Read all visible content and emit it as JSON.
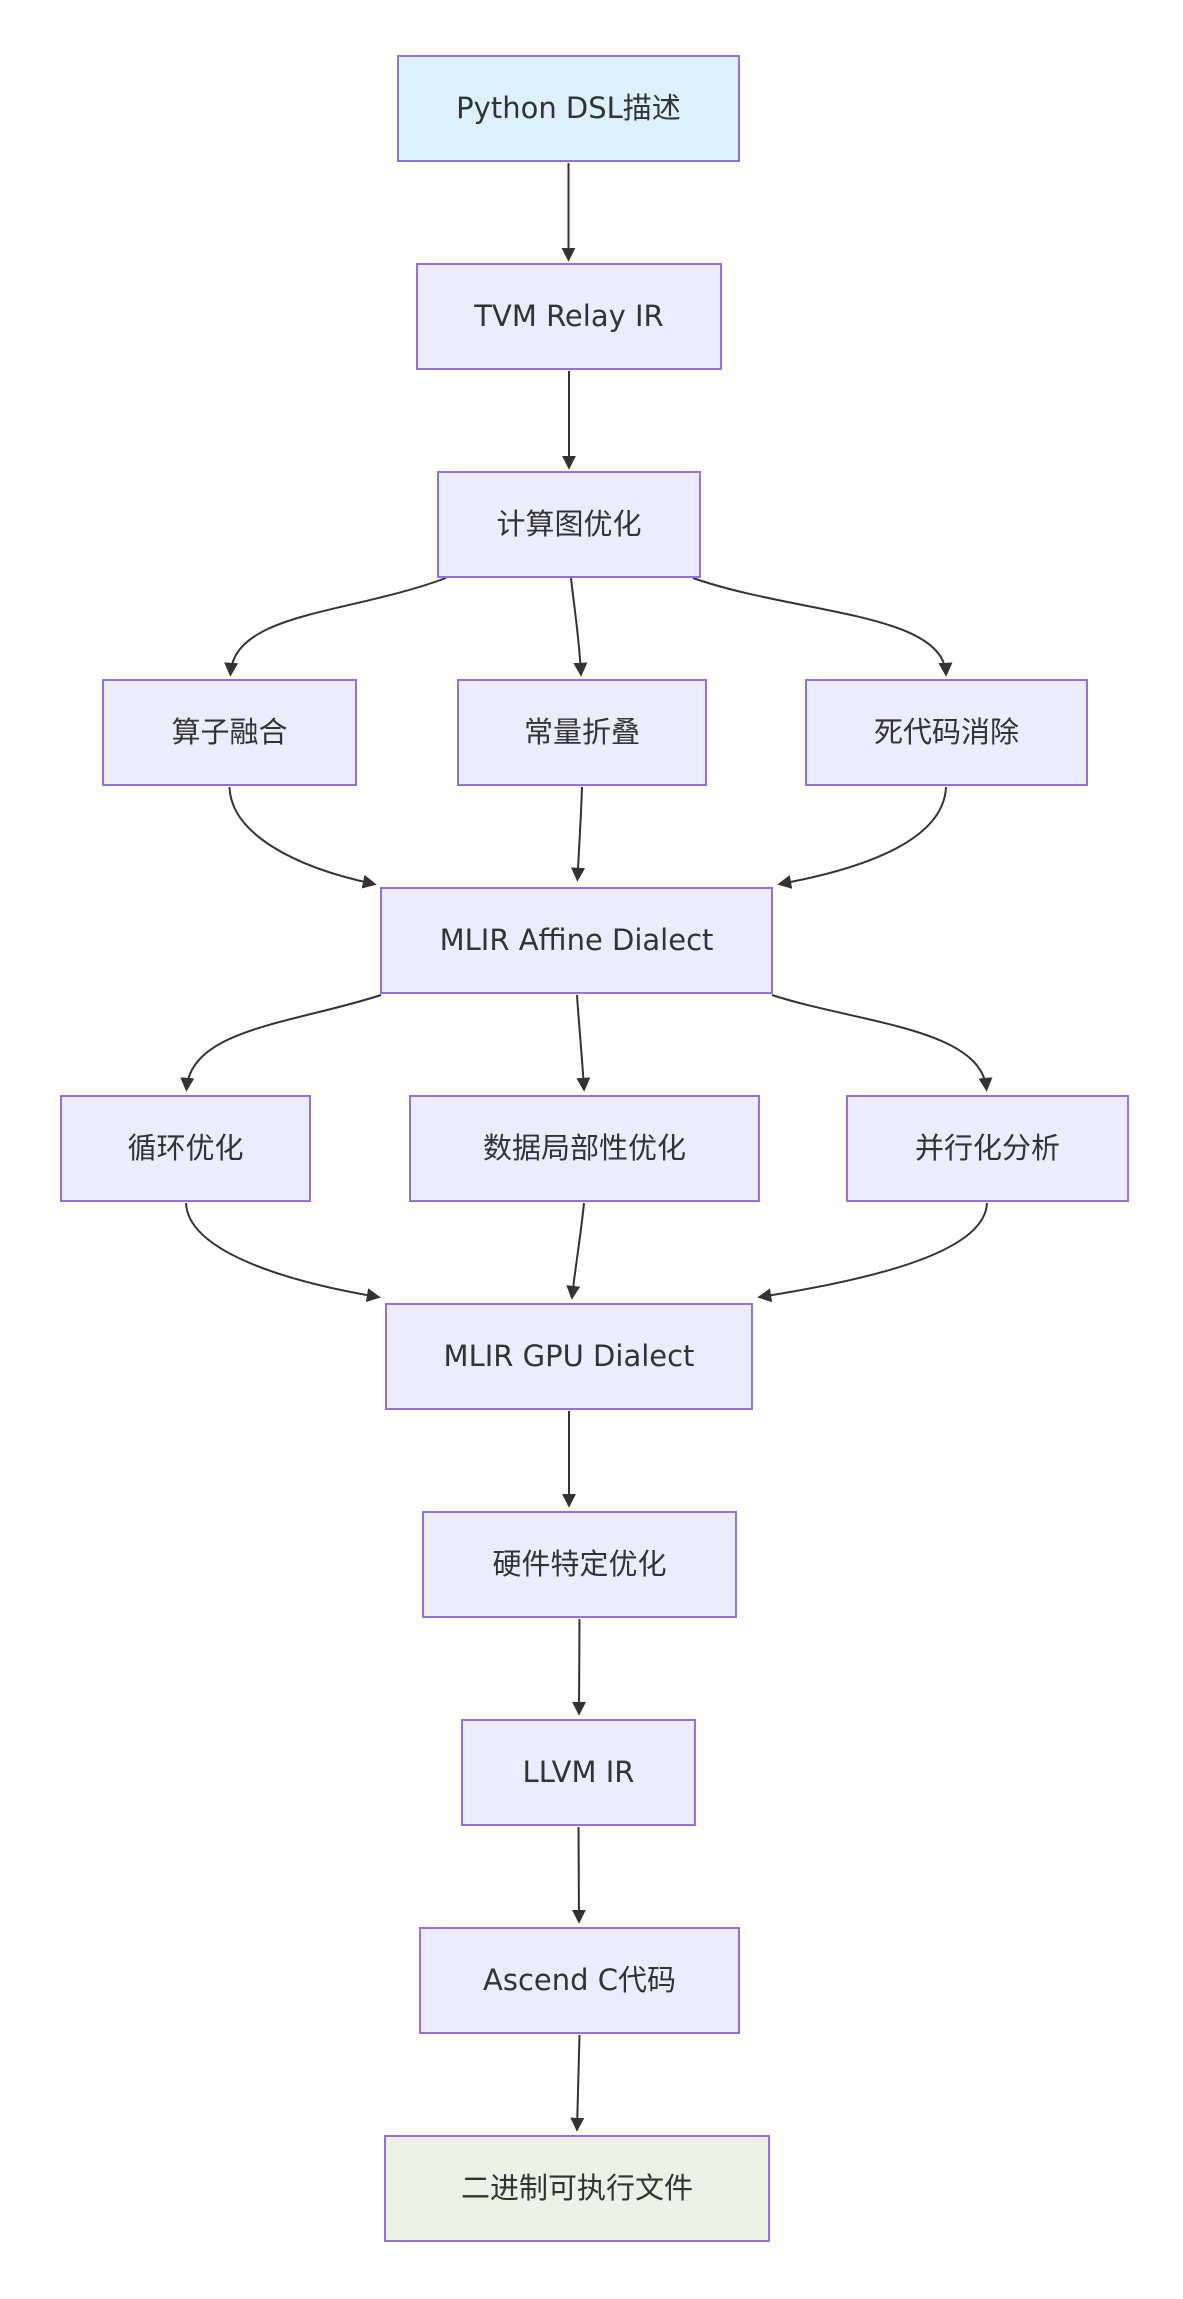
{
  "diagram": {
    "type": "flowchart-top-down",
    "nodes": [
      {
        "id": "python_dsl",
        "label": "Python DSL描述",
        "kind": "start"
      },
      {
        "id": "tvm_relay",
        "label": "TVM Relay IR",
        "kind": "process"
      },
      {
        "id": "graph_opt",
        "label": "计算图优化",
        "kind": "process"
      },
      {
        "id": "op_fusion",
        "label": "算子融合",
        "kind": "process"
      },
      {
        "id": "const_fold",
        "label": "常量折叠",
        "kind": "process"
      },
      {
        "id": "dce",
        "label": "死代码消除",
        "kind": "process"
      },
      {
        "id": "mlir_affine",
        "label": "MLIR Affine Dialect",
        "kind": "process"
      },
      {
        "id": "loop_opt",
        "label": "循环优化",
        "kind": "process"
      },
      {
        "id": "locality",
        "label": "数据局部性优化",
        "kind": "process"
      },
      {
        "id": "parallel",
        "label": "并行化分析",
        "kind": "process"
      },
      {
        "id": "mlir_gpu",
        "label": "MLIR GPU Dialect",
        "kind": "process"
      },
      {
        "id": "hw_opt",
        "label": "硬件特定优化",
        "kind": "process"
      },
      {
        "id": "llvm_ir",
        "label": "LLVM IR",
        "kind": "process"
      },
      {
        "id": "ascend_c",
        "label": "Ascend C代码",
        "kind": "process"
      },
      {
        "id": "binary",
        "label": "二进制可执行文件",
        "kind": "end"
      }
    ],
    "edges": [
      {
        "from": "python_dsl",
        "to": "tvm_relay"
      },
      {
        "from": "tvm_relay",
        "to": "graph_opt"
      },
      {
        "from": "graph_opt",
        "to": "op_fusion"
      },
      {
        "from": "graph_opt",
        "to": "const_fold"
      },
      {
        "from": "graph_opt",
        "to": "dce"
      },
      {
        "from": "op_fusion",
        "to": "mlir_affine"
      },
      {
        "from": "const_fold",
        "to": "mlir_affine"
      },
      {
        "from": "dce",
        "to": "mlir_affine"
      },
      {
        "from": "mlir_affine",
        "to": "loop_opt"
      },
      {
        "from": "mlir_affine",
        "to": "locality"
      },
      {
        "from": "mlir_affine",
        "to": "parallel"
      },
      {
        "from": "loop_opt",
        "to": "mlir_gpu"
      },
      {
        "from": "locality",
        "to": "mlir_gpu"
      },
      {
        "from": "parallel",
        "to": "mlir_gpu"
      },
      {
        "from": "mlir_gpu",
        "to": "hw_opt"
      },
      {
        "from": "hw_opt",
        "to": "llvm_ir"
      },
      {
        "from": "llvm_ir",
        "to": "ascend_c"
      },
      {
        "from": "ascend_c",
        "to": "binary"
      }
    ],
    "colors": {
      "process_fill": "#ECECFF",
      "start_fill": "#DCF1FB",
      "end_fill": "#EDF2E6",
      "node_border": "#9370DB",
      "edge": "#333333",
      "text": "#333333",
      "background": "#ffffff"
    }
  }
}
